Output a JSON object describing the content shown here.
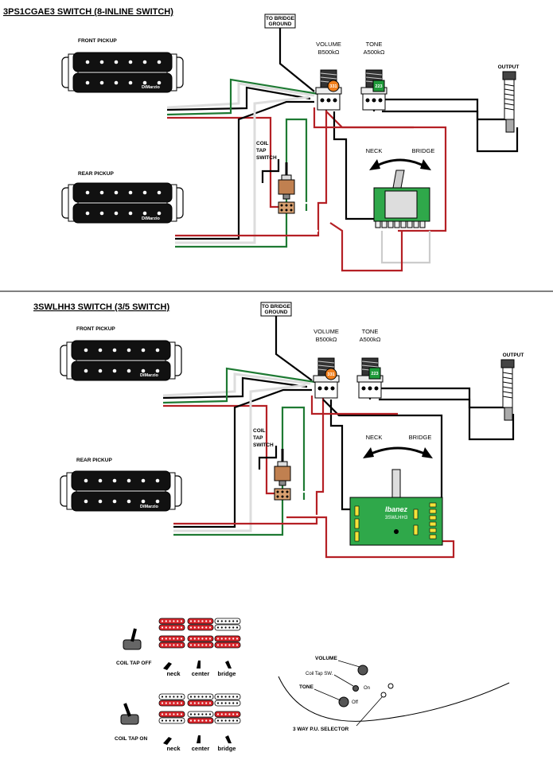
{
  "section1": {
    "title": "3PS1CGAE3 SWITCH (8-INLINE SWITCH)",
    "bridge_ground": [
      "TO BRIDGE",
      "GROUND"
    ],
    "front_pickup": "FRONT PICKUP",
    "rear_pickup": "REAR PICKUP",
    "pickup_brand": "DiMarzio",
    "volume": "VOLUME",
    "volume_value": "B500kΩ",
    "tone": "TONE",
    "tone_value": "A500kΩ",
    "output": "OUTPUT",
    "cap_volume": "331",
    "cap_tone": "223",
    "coil_tap": [
      "COIL",
      "TAP",
      "SWITCH"
    ],
    "neck": "NECK",
    "bridge": "BRIDGE"
  },
  "section2": {
    "title": "3SWLHH3 SWITCH (3/5 SWITCH)",
    "bridge_ground": [
      "TO BRIDGE",
      "GROUND"
    ],
    "front_pickup": "FRONT PICKUP",
    "rear_pickup": "REAR PICKUP",
    "pickup_brand": "DiMarzio",
    "volume": "VOLUME",
    "volume_value": "B500kΩ",
    "tone": "TONE",
    "tone_value": "A500kΩ",
    "output": "OUTPUT",
    "cap_volume": "331",
    "cap_tone": "223",
    "coil_tap": [
      "COIL",
      "TAP",
      "SWITCH"
    ],
    "neck": "NECK",
    "bridge": "BRIDGE",
    "switch_brand": "Ibanez",
    "switch_model": "3SWLHH3"
  },
  "legend": {
    "coil_tap_off": "COIL TAP OFF",
    "coil_tap_on": "COIL TAP ON",
    "positions": [
      "neck",
      "center",
      "bridge"
    ]
  },
  "layout_diagram": {
    "volume": "VOLUME",
    "coil_tap_sw": "Coil Tap SW.",
    "tone": "TONE",
    "on": "On",
    "off": "Off",
    "selector": "3 WAY P.U. SELECTOR"
  },
  "colors": {
    "red_wire": "#b52025",
    "green_wire": "#1e7a33",
    "black_wire": "#000000",
    "white_wire": "#ffffff",
    "cap_orange": "#f07f1c",
    "cap_green": "#1f9b3a",
    "pcb_green": "#2fa84a",
    "coil_red": "#d9262c"
  }
}
